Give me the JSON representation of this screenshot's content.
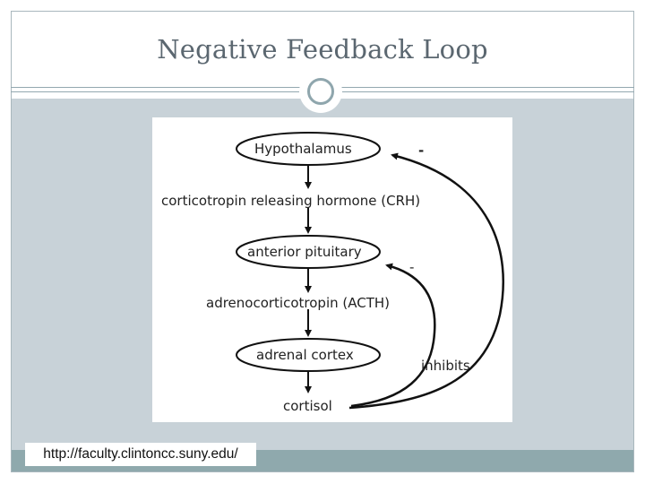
{
  "slide": {
    "title": "Negative Feedback Loop",
    "source_url": "http://faculty.clintoncc.suny.edu/"
  },
  "diagram": {
    "nodes": {
      "hypothalamus": "Hypothalamus",
      "anterior_pituitary": "anterior pituitary",
      "adrenal_cortex": "adrenal cortex"
    },
    "hormones": {
      "crh": "corticotropin releasing hormone (CRH)",
      "acth": "adrenocorticotropin (ACTH)",
      "cortisol": "cortisol"
    },
    "feedback": {
      "inhibits_label": "inhibits",
      "sign_to_hypothalamus": "-",
      "sign_to_pituitary": "-"
    }
  },
  "colors": {
    "title": "#5b6770",
    "content_bg": "#c8d2d8",
    "footer_bar": "#8fa9ad",
    "ornament_ring": "#8fa6ad"
  }
}
